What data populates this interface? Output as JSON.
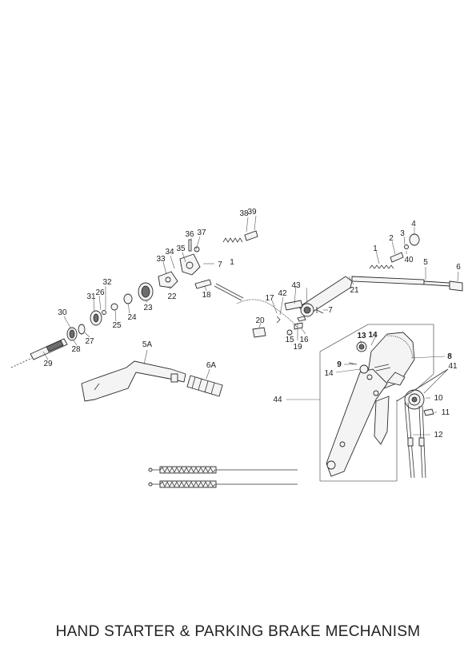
{
  "title": "HAND STARTER & PARKING BRAKE MECHANISM",
  "callouts": [
    "39",
    "38",
    "36",
    "37",
    "35",
    "34",
    "33",
    "1",
    "7",
    "22",
    "18",
    "32",
    "31",
    "26",
    "23",
    "24",
    "25",
    "30",
    "27",
    "28",
    "29",
    "5A",
    "6A",
    "4",
    "3",
    "2",
    "1",
    "40",
    "5",
    "6",
    "21",
    "43",
    "42",
    "17",
    "20",
    "7",
    "15",
    "16",
    "19",
    "13",
    "14",
    "8",
    "9",
    "14",
    "41",
    "10",
    "11",
    "12",
    "44"
  ]
}
